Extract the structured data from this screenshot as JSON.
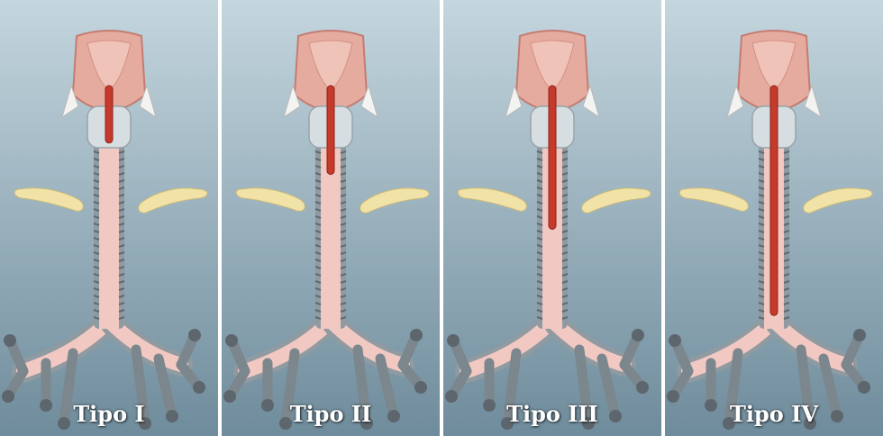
{
  "panels": [
    {
      "label": "Tipo I",
      "cleft_extent": 0.22
    },
    {
      "label": "Tipo II",
      "cleft_extent": 0.34
    },
    {
      "label": "Tipo III",
      "cleft_extent": 0.55
    },
    {
      "label": "Tipo IV",
      "cleft_extent": 0.88
    }
  ],
  "colors": {
    "background_top": "#c4d6de",
    "background_bottom": "#6f8c9c",
    "trachea": "#f2c9c2",
    "cartilage_ring": "#8f9aa1",
    "larynx": "#e6ab9f",
    "larynx_edge": "#c47c72",
    "cricoid": "#d7dee2",
    "clavicle": "#f1e3a8",
    "cleft": "#c63a2c"
  },
  "icons": [
    "larynx-illustration",
    "trachea-illustration",
    "clavicle-illustration",
    "bronchi-illustration"
  ]
}
